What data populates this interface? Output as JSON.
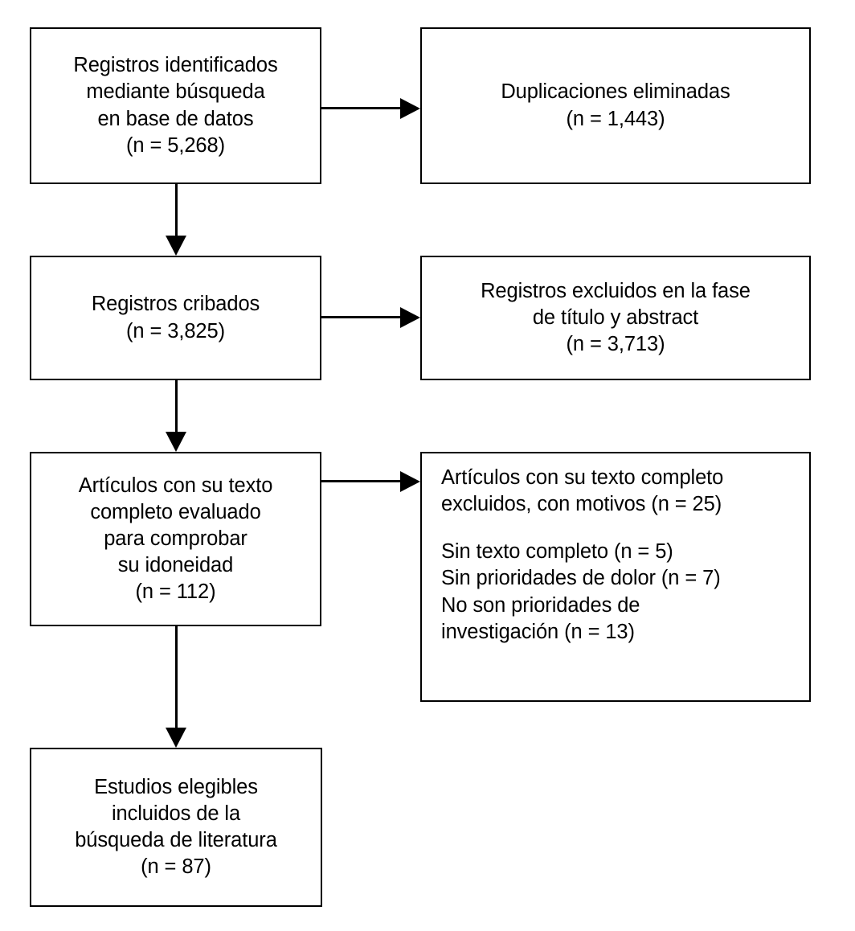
{
  "diagram": {
    "type": "prisma-flow-diagram",
    "language": "es",
    "stroke_color": "#000000",
    "background_color": "#ffffff",
    "nodes": {
      "records_identified": {
        "lines": [
          "Registros identificados",
          "mediante búsqueda",
          "en base de datos",
          "(n = 5,268)"
        ],
        "count": 5268
      },
      "duplicates_removed": {
        "lines": [
          "Duplicaciones eliminadas",
          "(n = 1,443)"
        ],
        "count": 1443
      },
      "records_screened": {
        "lines": [
          "Registros cribados",
          "(n = 3,825)"
        ],
        "count": 3825
      },
      "records_excluded": {
        "lines": [
          "Registros excluidos en la fase",
          "de título y abstract",
          "(n = 3,713)"
        ],
        "count": 3713
      },
      "fulltext_assessed": {
        "lines": [
          "Artículos con su texto",
          "completo evaluado",
          "para comprobar",
          "su idoneidad",
          "(n = 112)"
        ],
        "count": 112
      },
      "fulltext_excluded": {
        "heading": "Artículos con su texto completo\nexcluidos, con motivos (n = 25)",
        "reasons": "Sin texto completo (n = 5)\nSin prioridades de dolor (n = 7)\nNo son prioridades de\ninvestigación (n = 13)",
        "count": 25,
        "reason_counts": [
          5,
          7,
          13
        ]
      },
      "studies_included": {
        "lines": [
          "Estudios elegibles",
          "incluidos de la",
          "búsqueda de literatura",
          "(n = 87)"
        ],
        "count": 87
      }
    }
  }
}
